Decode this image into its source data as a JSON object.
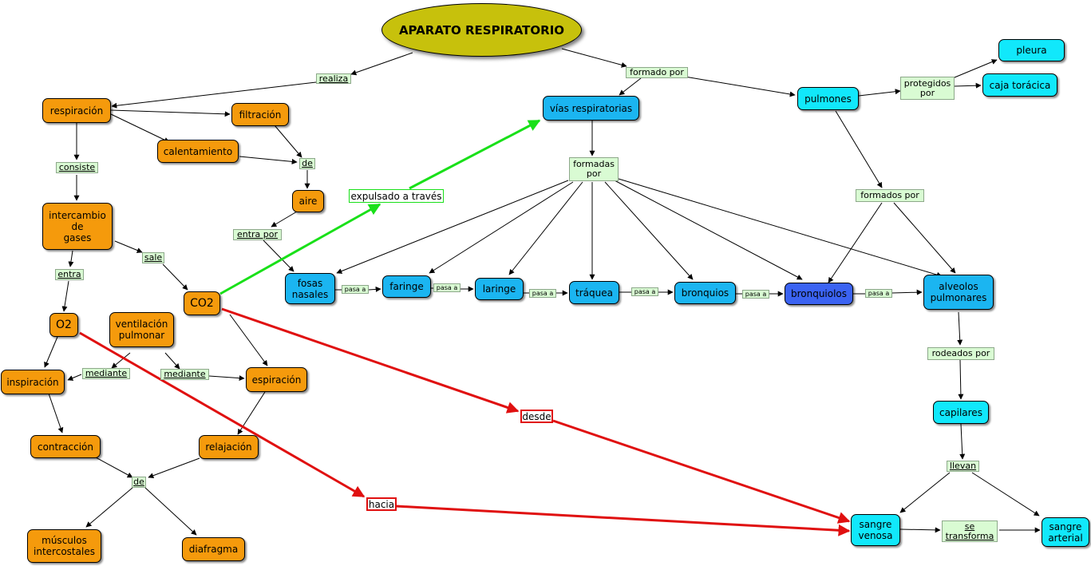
{
  "nodes": {
    "root": "APARATO RESPIRATORIO",
    "respiracion": "respiración",
    "filtracion": "filtración",
    "calentamiento": "calentamiento",
    "aire": "aire",
    "intercambio": "intercambio\nde\ngases",
    "o2": "O2",
    "co2": "CO2",
    "ventilacion": "ventilación\npulmonar",
    "inspiracion": "inspiración",
    "espiracion": "espiración",
    "contraccion": "contracción",
    "relajacion": "relajación",
    "musculos": "músculos\nintercostales",
    "diafragma": "diafragma",
    "vias": "vías respiratorias",
    "pulmones": "pulmones",
    "pleura": "pleura",
    "caja": "caja torácica",
    "fosas": "fosas\nnasales",
    "faringe": "faringe",
    "laringe": "laringe",
    "traquea": "tráquea",
    "bronquios": "bronquios",
    "bronquiolos": "bronquiolos",
    "alveolos": "alveolos\npulmonares",
    "capilares": "capilares",
    "sangre_venosa": "sangre\nvenosa",
    "sangre_arterial": "sangre\narterial"
  },
  "labels": {
    "realiza": "realiza",
    "formado_por": "formado por",
    "protegidos_por": "protegidos\npor",
    "consiste": "consiste",
    "de1": "de",
    "entra_por": "entra por",
    "expulsado": "expulsado a través",
    "formadas_por": "formadas\npor",
    "formados_por": "formados por",
    "sale": "sale",
    "entra": "entra",
    "mediante1": "mediante",
    "mediante2": "mediante",
    "de2": "de",
    "pasa_a": "pasa a",
    "rodeados_por": "rodeados por",
    "llevan": "llevan",
    "se_transforma": "se\ntransforma",
    "desde": "desde",
    "hacia": "hacia"
  },
  "colors": {
    "process": "#f59a0c",
    "organ": "#11e8fb",
    "airway": "#1bb5f1",
    "bronchiole": "#3b63f2",
    "root": "#c7c10c",
    "linking_phrase": "#d9fbd3",
    "highlight_green": "#19e019",
    "highlight_red": "#e01010"
  }
}
